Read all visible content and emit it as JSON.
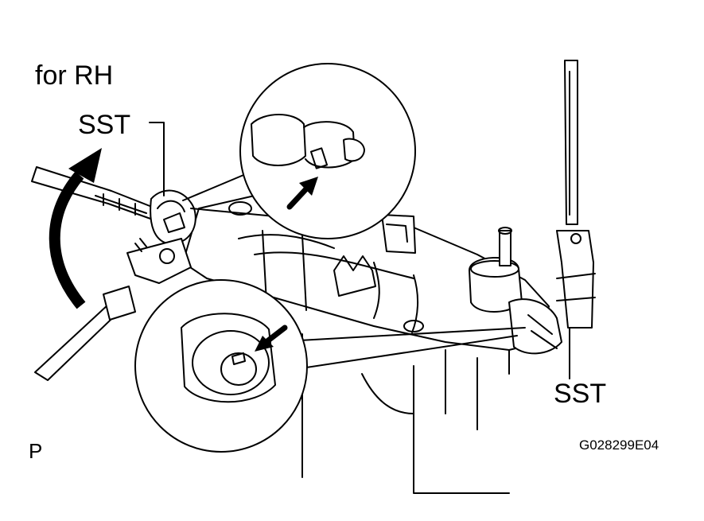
{
  "labels": {
    "side": "for RH",
    "tool_upper": "SST",
    "tool_lower": "SST",
    "page_marker": "P",
    "figure_code": "G028299E04"
  },
  "colors": {
    "ink": "#000000",
    "paper": "#ffffff"
  }
}
